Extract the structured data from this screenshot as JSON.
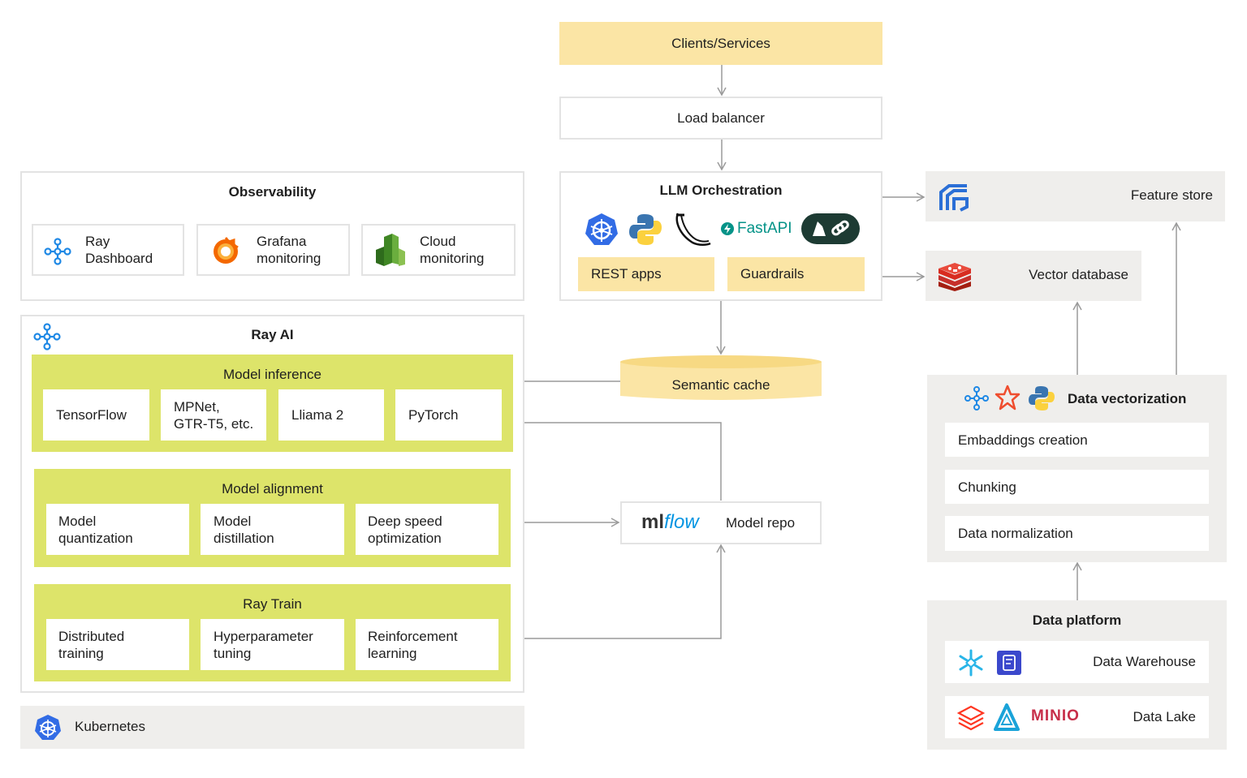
{
  "clients": "Clients/Services",
  "load_balancer": "Load balancer",
  "llm": {
    "title": "LLM Orchestration",
    "fastapi": "FastAPI",
    "rest_apps": "REST apps",
    "guardrails": "Guardrails"
  },
  "feature_store": "Feature store",
  "vector_database": "Vector database",
  "semantic_cache": "Semantic cache",
  "model_repo": {
    "logo": "mlflow",
    "label": "Model repo"
  },
  "observability": {
    "title": "Observability",
    "items": [
      {
        "line1": "Ray",
        "line2": "Dashboard",
        "icon": "ray-icon"
      },
      {
        "line1": "Grafana",
        "line2": "monitoring",
        "icon": "grafana-icon"
      },
      {
        "line1": "Cloud",
        "line2": "monitoring",
        "icon": "cloud-monitoring-icon"
      }
    ]
  },
  "ray_ai": {
    "title": "Ray AI",
    "inference": {
      "title": "Model inference",
      "items": [
        {
          "line1": "TensorFlow",
          "line2": ""
        },
        {
          "line1": "MPNet,",
          "line2": "GTR-T5, etc."
        },
        {
          "line1": "Lliama 2",
          "line2": ""
        },
        {
          "line1": "PyTorch",
          "line2": ""
        }
      ]
    },
    "alignment": {
      "title": "Model alignment",
      "items": [
        {
          "line1": "Model",
          "line2": "quantization"
        },
        {
          "line1": "Model",
          "line2": "distillation"
        },
        {
          "line1": "Deep speed",
          "line2": "optimization"
        }
      ]
    },
    "train": {
      "title": "Ray Train",
      "items": [
        {
          "line1": "Distributed",
          "line2": "training"
        },
        {
          "line1": "Hyperparameter",
          "line2": "tuning"
        },
        {
          "line1": "Reinforcement",
          "line2": "learning"
        }
      ]
    }
  },
  "kubernetes": "Kubernetes",
  "data_vectorization": {
    "title": "Data vectorization",
    "items": [
      "Embaddings creation",
      "Chunking",
      "Data normalization"
    ]
  },
  "data_platform": {
    "title": "Data platform",
    "warehouse": "Data Warehouse",
    "lake": "Data Lake",
    "minio": "MINIO"
  },
  "colors": {
    "yellow": "#fbe5a5",
    "lime": "#dde46a",
    "grey": "#efeeec",
    "border": "#e3e3e3",
    "ray_blue": "#1e88e5"
  }
}
